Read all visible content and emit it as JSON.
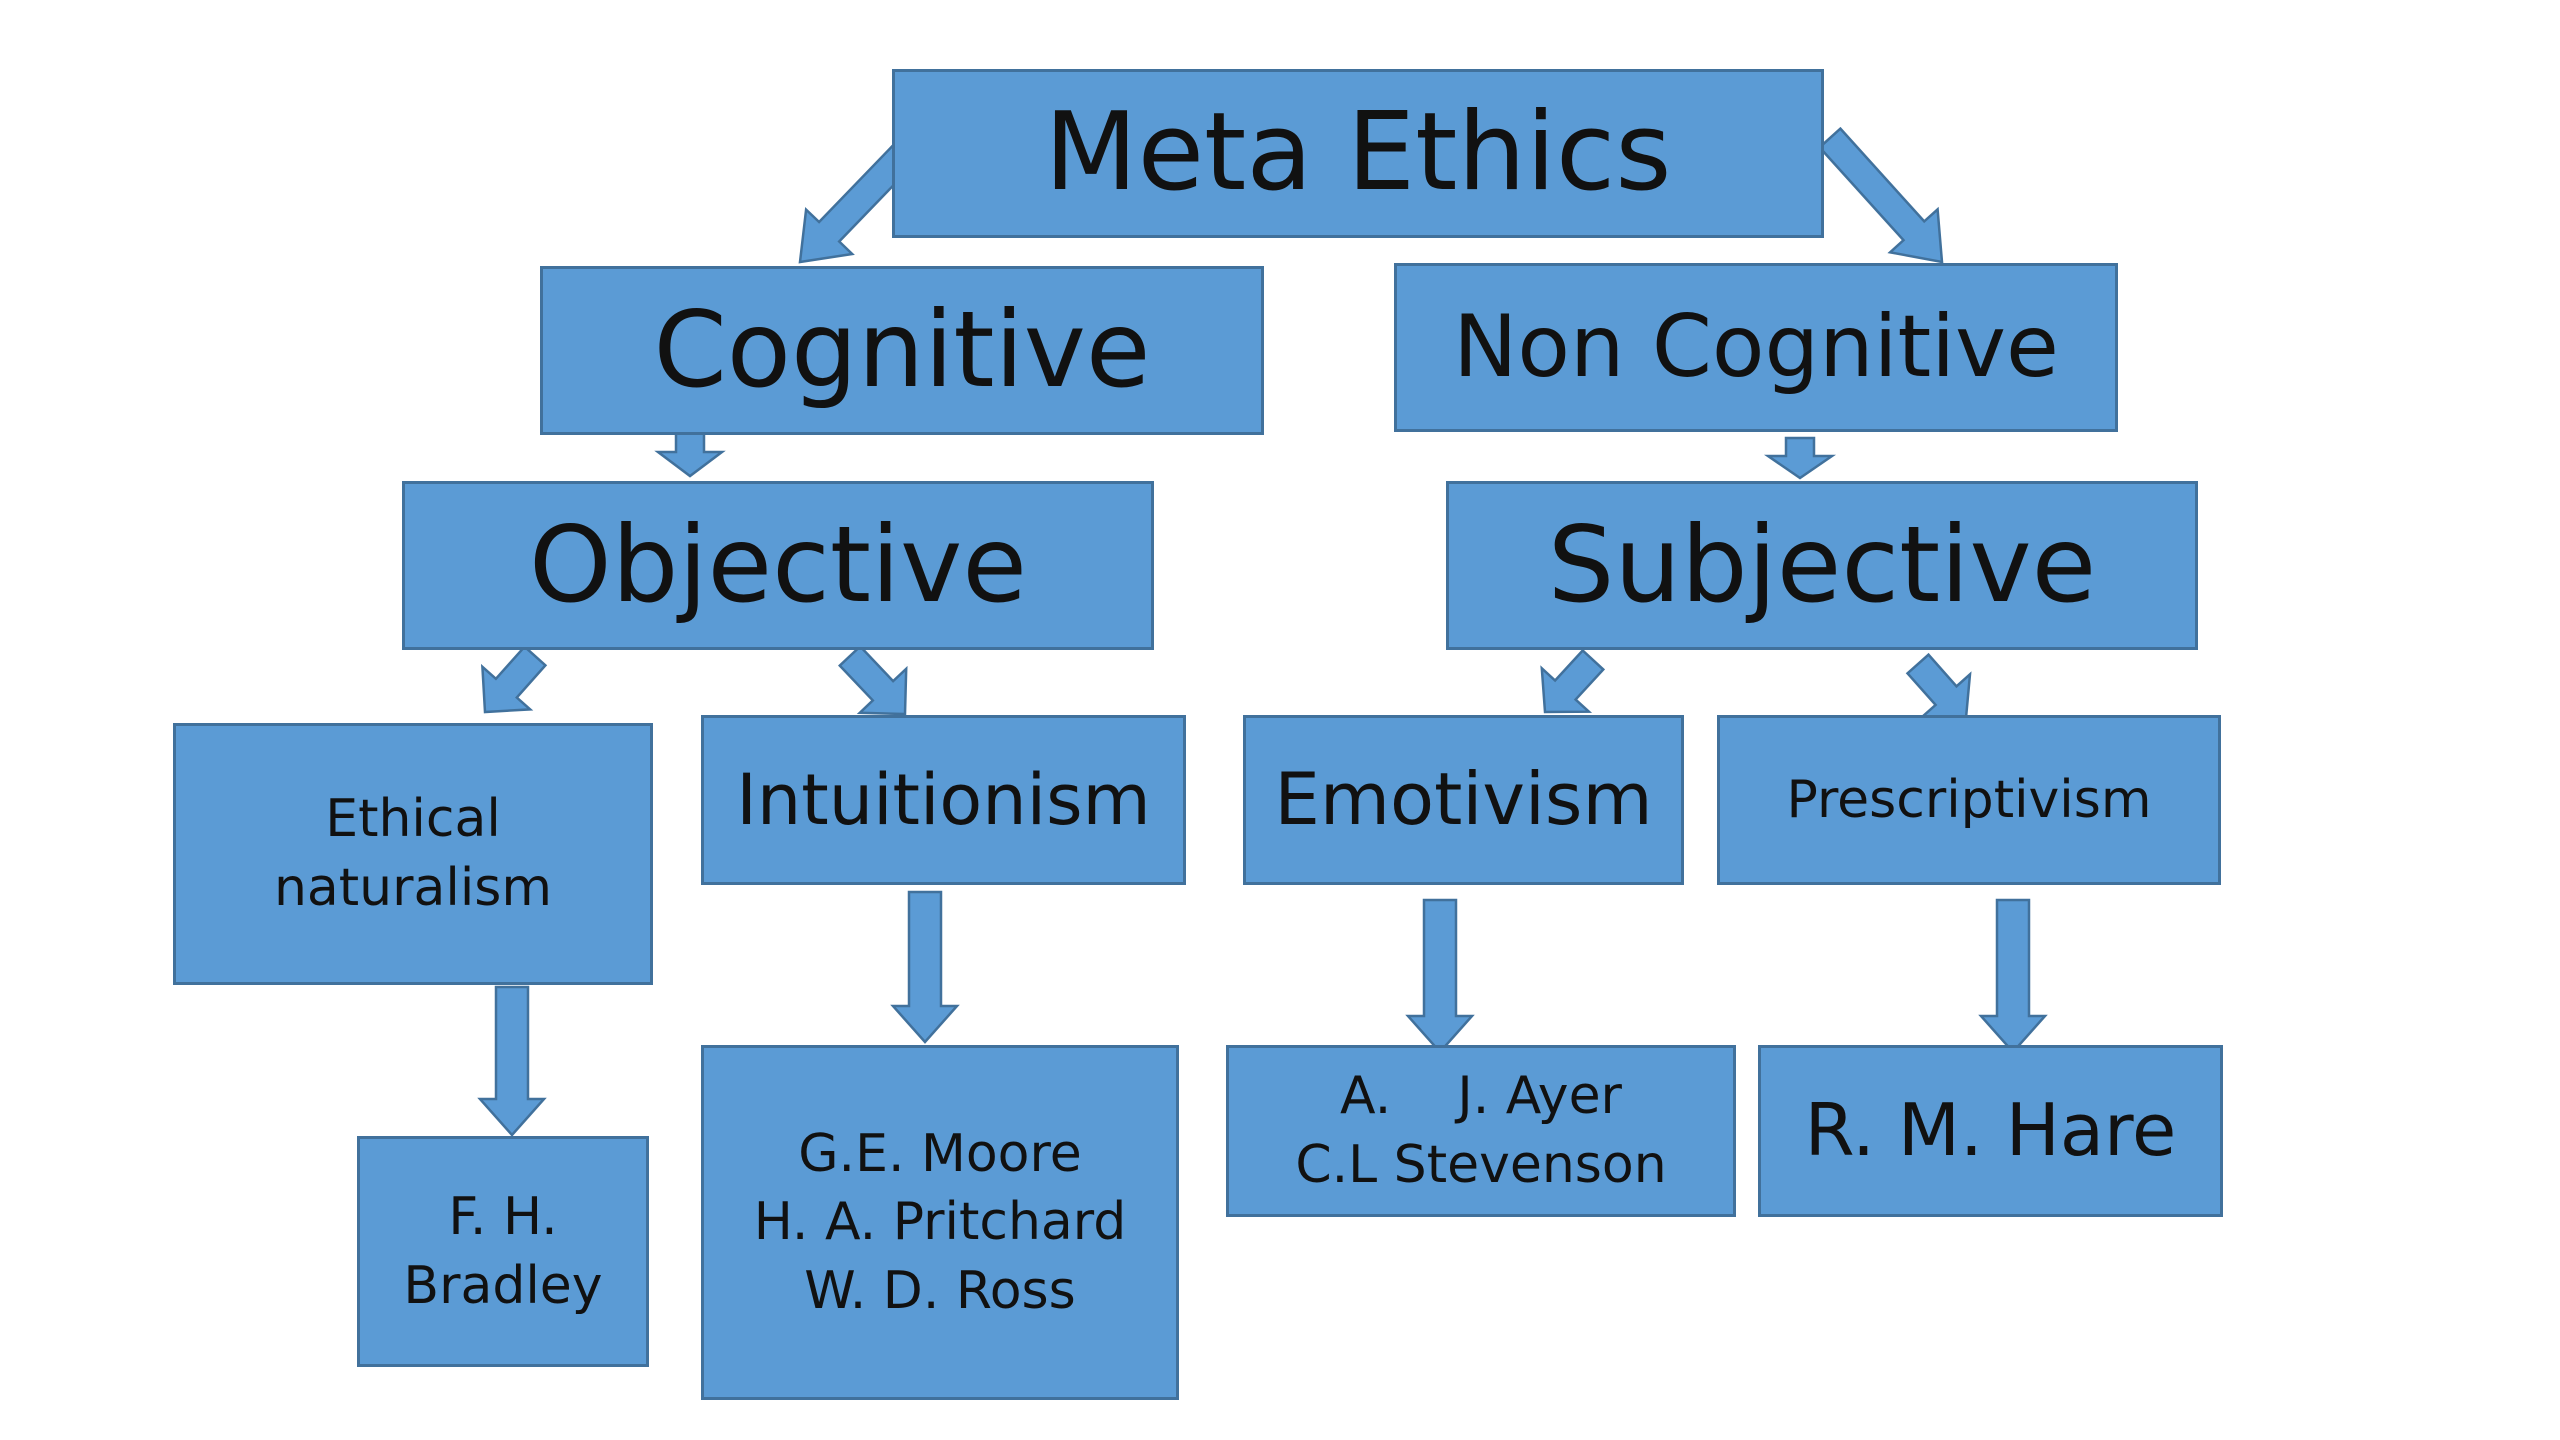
{
  "diagram": {
    "title": "Meta Ethics",
    "branches": {
      "cognitive": "Cognitive",
      "non_cognitive": "Non Cognitive"
    },
    "subbranches": {
      "objective": "Objective",
      "subjective": "Subjective"
    },
    "theories": {
      "ethical_naturalism": [
        "Ethical",
        "naturalism"
      ],
      "intuitionism": "Intuitionism",
      "emotivism": "Emotivism",
      "prescriptivism": "Prescriptivism"
    },
    "philosophers": {
      "naturalism": [
        "F. H.",
        "Bradley"
      ],
      "intuitionism": [
        "G.E. Moore",
        "H. A. Pritchard",
        "W. D. Ross"
      ],
      "emotivism": [
        "A.    J. Ayer",
        "C.L Stevenson"
      ],
      "prescriptivism": "R. M. Hare"
    }
  },
  "colors": {
    "box_fill": "#5b9bd5",
    "box_border": "#41719c",
    "arrow_fill": "#5b9bd5",
    "arrow_border": "#41719c",
    "text": "#111111",
    "background": "#ffffff"
  }
}
